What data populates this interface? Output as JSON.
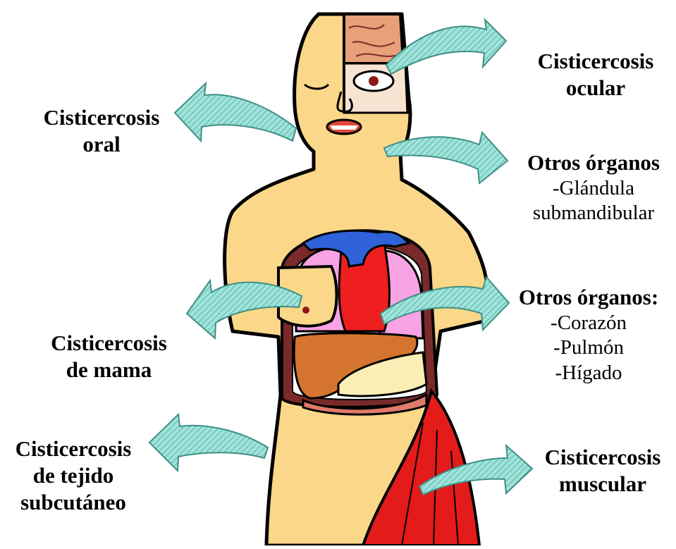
{
  "labels": {
    "ocular": {
      "line1": "Cisticercosis",
      "line2": "ocular"
    },
    "oral": {
      "line1": "Cisticercosis",
      "line2": "oral"
    },
    "glandula": {
      "title": "Otros órganos",
      "item1": "-Glándula",
      "item2": "submandibular"
    },
    "mama": {
      "line1": "Cisticercosis",
      "line2": "de mama"
    },
    "organos": {
      "title": "Otros órganos:",
      "item1": "-Corazón",
      "item2": "-Pulmón",
      "item3": "-Hígado"
    },
    "subcutaneo": {
      "line1": "Cisticercosis",
      "line2": "de tejido",
      "line3": "subcutáneo"
    },
    "muscular": {
      "line1": "Cisticercosis",
      "line2": "muscular"
    }
  },
  "colors": {
    "skin": "#fad789",
    "outline": "#000000",
    "arrow_fill": "#8fdcd2",
    "arrow_edge": "#4fa79e",
    "brain": "#e8a079",
    "lung": "#f7a3e4",
    "heart": "#ef1f1f",
    "vessel": "#2f61d8",
    "liver": "#d4742f",
    "stomach": "#fbeeb5",
    "muscle": "#e31b1b",
    "mouth": "#e2453a"
  }
}
